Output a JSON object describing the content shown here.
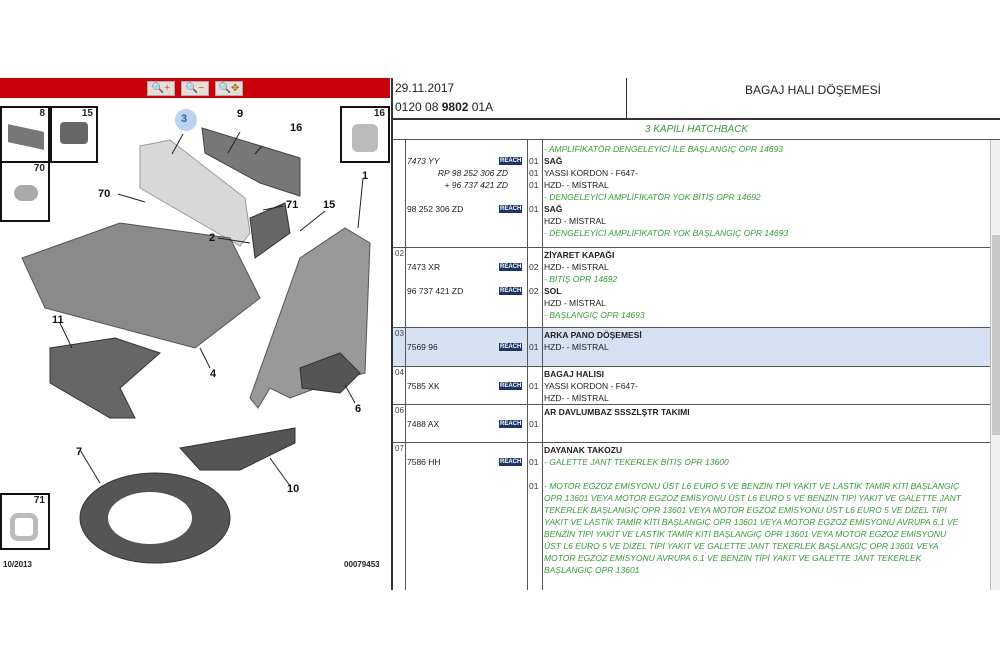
{
  "toolbar": {
    "zoom_in": "zoom-in-icon",
    "zoom_out": "zoom-out-icon",
    "zoom_pan": "zoom-pan-icon"
  },
  "diagram": {
    "insets": [
      "8",
      "15",
      "70",
      "16",
      "71"
    ],
    "callouts": {
      "c3": "3",
      "c9": "9",
      "c16": "16",
      "c70": "70",
      "c71": "71",
      "c15": "15",
      "c1": "1",
      "c2": "2",
      "c11": "11",
      "c4": "4",
      "c6": "6",
      "c7": "7",
      "c10": "10"
    },
    "date": "10/2013",
    "ref": "00079453",
    "highlight_color": "#b9d3f0"
  },
  "header": {
    "date": "29.11.2017",
    "code_prefix": "0120 08 ",
    "code_bold": "9802",
    "code_suffix": " 01A",
    "title": "BAGAJ HALI DÖŞEMESİ",
    "subtitle": "3 KAPILI HATCHBACK"
  },
  "reach_label": "REACH",
  "rows": [
    {
      "pos": "",
      "lines": [
        {
          "ref": "",
          "qty": "",
          "text": "- AMPLİFİKATÖR DENGELEYİCİ İLE BAŞLANGIÇ OPR 14693",
          "style": "g"
        },
        {
          "ref": "7473 YY",
          "refstyle": "it",
          "reach": true,
          "qty": "01",
          "text": "SAĞ",
          "style": "b"
        },
        {
          "ref": "RP 98 252 306 ZD",
          "refstyle": "r",
          "qty": "01",
          "text": "YASSI KORDON - F647-",
          "style": ""
        },
        {
          "ref": "+ 96 737 421 ZD",
          "refstyle": "r",
          "qty": "01",
          "text": "HZD- - MİSTRAL",
          "style": ""
        },
        {
          "ref": "",
          "qty": "",
          "text": "- DENGELEYİCİ AMPLİFİKATÖR YOK BİTİŞ OPR 14692",
          "style": "g"
        },
        {
          "ref": "98 252 306 ZD",
          "refstyle": "",
          "reach": true,
          "qty": "01",
          "text": "SAĞ",
          "style": "b"
        },
        {
          "ref": "",
          "qty": "",
          "text": "HZD - MİSTRAL",
          "style": ""
        },
        {
          "ref": "",
          "qty": "",
          "text": "- DENGELEYİCİ AMPLİFİKATÖR YOK BAŞLANGIÇ OPR 14693",
          "style": "g"
        }
      ]
    },
    {
      "pos": "02",
      "lines": [
        {
          "ref": "",
          "qty": "",
          "text": "ZİYARET KAPAĞI",
          "style": "b"
        },
        {
          "ref": "7473 XR",
          "refstyle": "",
          "reach": true,
          "qty": "02",
          "text": "HZD- - MİSTRAL",
          "style": ""
        },
        {
          "ref": "",
          "qty": "",
          "text": "- BİTİŞ OPR 14692",
          "style": "g"
        },
        {
          "ref": "96 737 421 ZD",
          "refstyle": "",
          "reach": true,
          "qty": "02",
          "text": "SOL",
          "style": "b"
        },
        {
          "ref": "",
          "qty": "",
          "text": "HZD - MİSTRAL",
          "style": ""
        },
        {
          "ref": "",
          "qty": "",
          "text": "- BAŞLANGIÇ OPR 14693",
          "style": "g"
        }
      ]
    },
    {
      "pos": "03",
      "selected": true,
      "lines": [
        {
          "ref": "",
          "qty": "",
          "text": "ARKA PANO DÖŞEMESİ",
          "style": "b"
        },
        {
          "ref": "7569 96",
          "refstyle": "",
          "reach": true,
          "qty": "01",
          "text": "HZD- - MİSTRAL",
          "style": ""
        }
      ]
    },
    {
      "pos": "04",
      "lines": [
        {
          "ref": "",
          "qty": "",
          "text": "BAGAJ HALISI",
          "style": "b"
        },
        {
          "ref": "7585 XK",
          "refstyle": "",
          "reach": true,
          "qty": "01",
          "text": "YASSI KORDON - F647-",
          "style": ""
        },
        {
          "ref": "",
          "qty": "",
          "text": "HZD- - MİSTRAL",
          "style": ""
        }
      ]
    },
    {
      "pos": "06",
      "lines": [
        {
          "ref": "",
          "qty": "",
          "text": "AR DAVLUMBAZ SSSZLŞTR TAKIMI",
          "style": "b"
        },
        {
          "ref": "7488 AX",
          "refstyle": "",
          "reach": true,
          "qty": "01",
          "text": "",
          "style": ""
        }
      ]
    },
    {
      "pos": "07",
      "lines": [
        {
          "ref": "",
          "qty": "",
          "text": "DAYANAK TAKOZU",
          "style": "b"
        },
        {
          "ref": "7586 HH",
          "refstyle": "",
          "reach": true,
          "qty": "01",
          "text": "- GALETTE JANT TEKERLEK BİTİŞ OPR 13600",
          "style": "g"
        },
        {
          "ref": "",
          "qty": "",
          "text": "",
          "style": ""
        }
      ],
      "para_qty": "01",
      "para": "- MOTOR EGZOZ EMİSYONU ÜST L6 EURO 5 VE BENZİN TİPİ YAKIT VE LASTİK TAMİR KİTİ BAŞLANGIÇ OPR 13601 VEYA MOTOR EGZOZ EMİSYONU ÜST L6 EURO 5 VE BENZİN TİPİ YAKIT VE GALETTE JANT TEKERLEK BAŞLANGIÇ OPR 13601 VEYA MOTOR EGZOZ EMİSYONU ÜST L6 EURO 5 VE DİZEL TİPİ YAKIT VE LASTİK TAMİR KİTİ BAŞLANGIÇ OPR 13601 VEYA MOTOR EGZOZ EMİSYONU AVRUPA 6.1 VE BENZİN TİPİ YAKIT VE LASTİK TAMİR KİTİ BAŞLANGIÇ OPR 13601 VEYA MOTOR EGZOZ EMİSYONU ÜST L6 EURO 5 VE DİZEL TİPİ YAKIT VE GALETTE JANT TEKERLEK BAŞLANGIÇ OPR 13601 VEYA MOTOR EGZOZ EMİSYONU AVRUPA 6.1 VE BENZİN TİPİ YAKIT VE GALETTE JANT TEKERLEK BAŞLANGIÇ OPR 13601"
    }
  ]
}
